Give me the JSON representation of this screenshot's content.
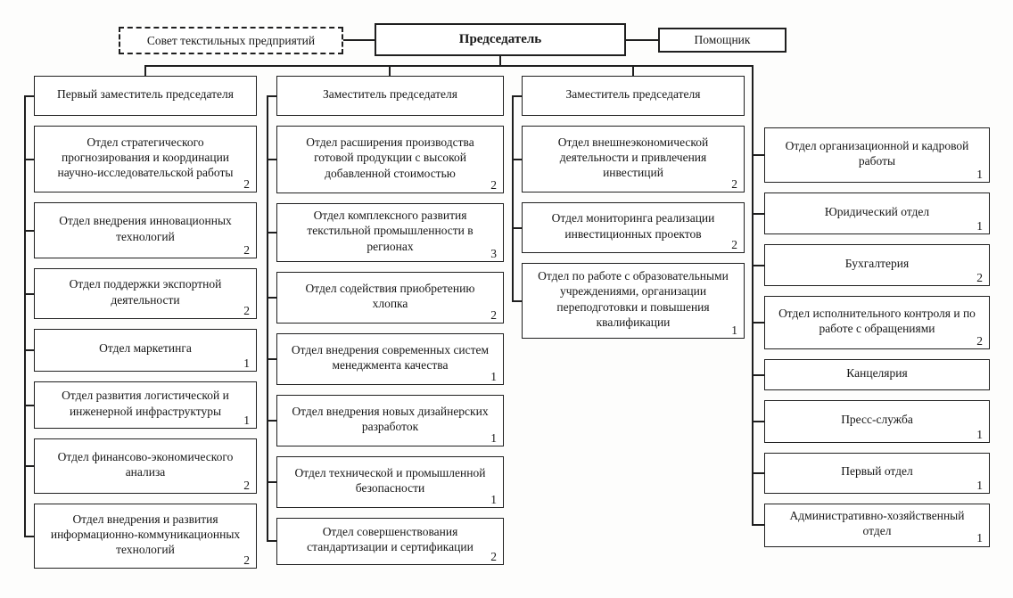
{
  "top": {
    "council": "Совет текстильных предприятий",
    "chairman": "Председатель",
    "assistant": "Помощник"
  },
  "columns": [
    {
      "header": "Первый заместитель председателя",
      "items": [
        {
          "title": "Отдел стратегического прогнозирования и координации научно-исследовательской работы",
          "count": "2"
        },
        {
          "title": "Отдел внедрения инновационных технологий",
          "count": "2"
        },
        {
          "title": "Отдел поддержки экспортной деятельности",
          "count": "2"
        },
        {
          "title": "Отдел маркетинга",
          "count": "1"
        },
        {
          "title": "Отдел развития логистической и инженерной инфраструктуры",
          "count": "1"
        },
        {
          "title": "Отдел финансово-экономического анализа",
          "count": "2"
        },
        {
          "title": "Отдел внедрения и развития информационно-коммуникационных технологий",
          "count": "2"
        }
      ]
    },
    {
      "header": "Заместитель председателя",
      "items": [
        {
          "title": "Отдел расширения производства готовой продукции с высокой добавленной стоимостью",
          "count": "2"
        },
        {
          "title": "Отдел комплексного развития текстильной промышленности в регионах",
          "count": "3"
        },
        {
          "title": "Отдел содействия приобретению хлопка",
          "count": "2"
        },
        {
          "title": "Отдел внедрения современных систем менеджмента качества",
          "count": "1"
        },
        {
          "title": "Отдел внедрения новых дизайнерских разработок",
          "count": "1"
        },
        {
          "title": "Отдел технической и промышленной безопасности",
          "count": "1"
        },
        {
          "title": "Отдел совершенствования стандартизации и сертификации",
          "count": "2"
        }
      ]
    },
    {
      "header": "Заместитель председателя",
      "items": [
        {
          "title": "Отдел внешнеэкономической деятельности и привлечения инвестиций",
          "count": "2"
        },
        {
          "title": "Отдел мониторинга реализации инвестиционных проектов",
          "count": "2"
        },
        {
          "title": "Отдел по работе с образовательными учреждениями, организации переподготовки и повышения квалификации",
          "count": "1"
        }
      ]
    },
    {
      "header": "",
      "items": [
        {
          "title": "Отдел организационной и кадровой работы",
          "count": "1"
        },
        {
          "title": "Юридический отдел",
          "count": "1"
        },
        {
          "title": "Бухгалтерия",
          "count": "2"
        },
        {
          "title": "Отдел исполнительного контроля и по работе с обращениями",
          "count": "2"
        },
        {
          "title": "Канцелярия",
          "count": ""
        },
        {
          "title": "Пресс-служба",
          "count": "1"
        },
        {
          "title": "Первый отдел",
          "count": "1"
        },
        {
          "title": "Административно-хозяйственный отдел",
          "count": "1"
        }
      ]
    }
  ],
  "colors": {
    "line": "#1f1f1f",
    "box_background": "#ffffff"
  }
}
